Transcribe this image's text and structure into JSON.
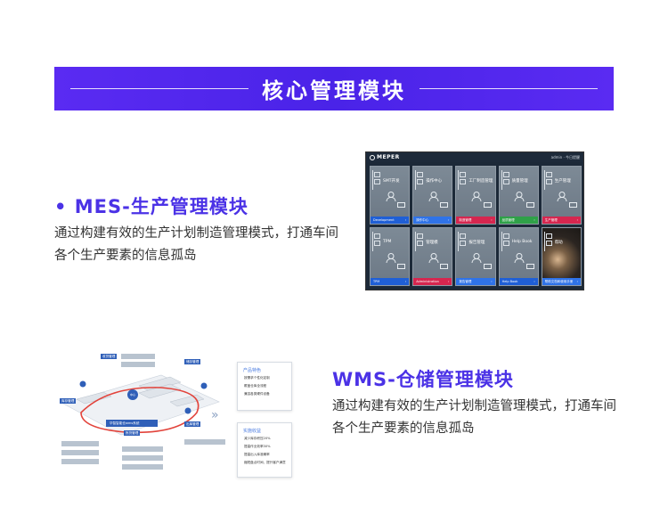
{
  "banner": {
    "title": "核心管理模块"
  },
  "mes": {
    "heading": "• MES-生产管理模块",
    "description": "通过构建有效的生产计划制造管理模式，打通车间各个生产要素的信息孤岛",
    "screenshot": {
      "logo": "MEPER",
      "user": "admin  ·  今日提醒",
      "tiles": [
        {
          "name": "SMT开发",
          "footer": "Development",
          "color": "#1f5fd6"
        },
        {
          "name": "操作中心",
          "footer": "操作中心",
          "color": "#2f73e8"
        },
        {
          "name": "工厂制造管理",
          "footer": "制造管理",
          "color": "#d6264f"
        },
        {
          "name": "质量管理",
          "footer": "品质管理",
          "color": "#2fa148"
        },
        {
          "name": "生产管理",
          "footer": "生产管理",
          "color": "#d6264f"
        },
        {
          "name": "TPM",
          "footer": "TPM",
          "color": "#1f5fd6"
        },
        {
          "name": "管理模",
          "footer": "Administration",
          "color": "#d6264f"
        },
        {
          "name": "报告管理",
          "footer": "报告管理",
          "color": "#2f73e8"
        },
        {
          "name": "Help Book",
          "footer": "Help Book",
          "color": "#1f5fd6"
        },
        {
          "name": "帮助",
          "footer": "帮助文档和使用手册",
          "color": "#2f73e8"
        }
      ]
    }
  },
  "wms": {
    "heading": "WMS-仓储管理模块",
    "description": "通过构建有效的生产计划制造管理模式，打通车间各个生产要素的信息孤岛",
    "diagram": {
      "labels": {
        "receiving": "收货管理",
        "storage": "储存管理",
        "shipping": "出库管理",
        "picking": "拣货管理",
        "inventory": "库存管理",
        "center": "华智智能仓wms系统",
        "core": "中心"
      },
      "feature1": {
        "title": "产品特色",
        "items": [
          "按需求个性化定制",
          "覆盖仓库全流程",
          "兼容各类硬件设备"
        ]
      },
      "feature2": {
        "title": "实施收益",
        "items": [
          "减少库存积压20%",
          "提高作业效率30%",
          "提高出入库准确率",
          "缩短盘点时间，提升客户满意"
        ]
      }
    }
  }
}
